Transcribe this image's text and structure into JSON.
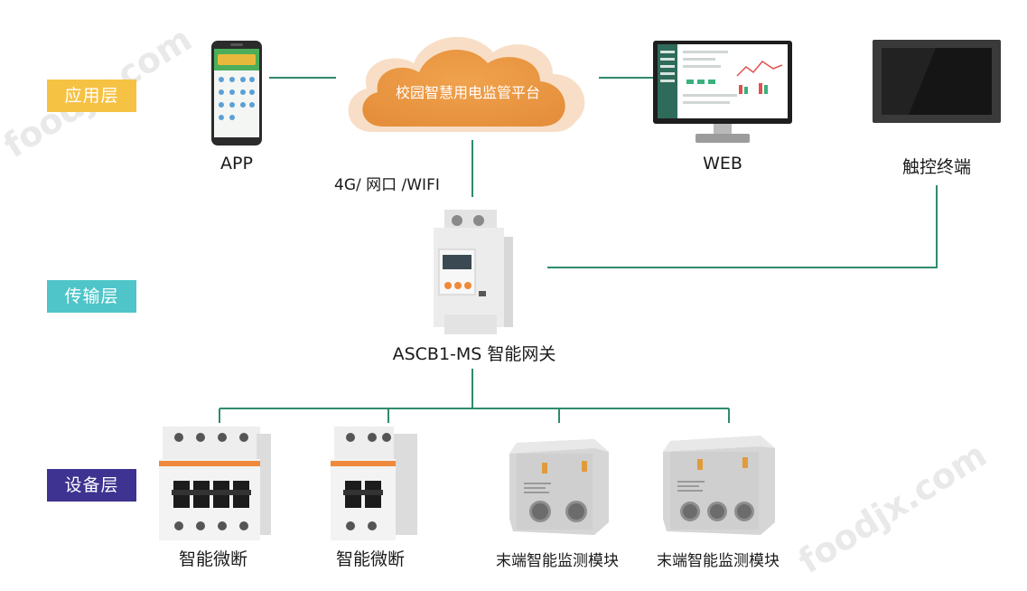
{
  "layers": {
    "application": "应用层",
    "transmission": "传输层",
    "device": "设备层"
  },
  "cloud": {
    "label": "校园智慧用电监管平台"
  },
  "app": {
    "label": "APP"
  },
  "web": {
    "label": "WEB"
  },
  "touch_terminal": {
    "label": "触控终端"
  },
  "link": {
    "label": "4G/ 网口 /WIFI"
  },
  "gateway": {
    "label": "ASCB1-MS 智能网关"
  },
  "devices": [
    {
      "label": "智能微断"
    },
    {
      "label": "智能微断"
    },
    {
      "label": "末端智能监测模块"
    },
    {
      "label": "末端智能监测模块"
    }
  ],
  "watermark": "foodjx.com",
  "colors": {
    "application": "#f6c244",
    "transmission": "#4fc5c9",
    "device": "#3e3390",
    "connector": "#2e8b6a",
    "cloud": "#ee9a44"
  }
}
